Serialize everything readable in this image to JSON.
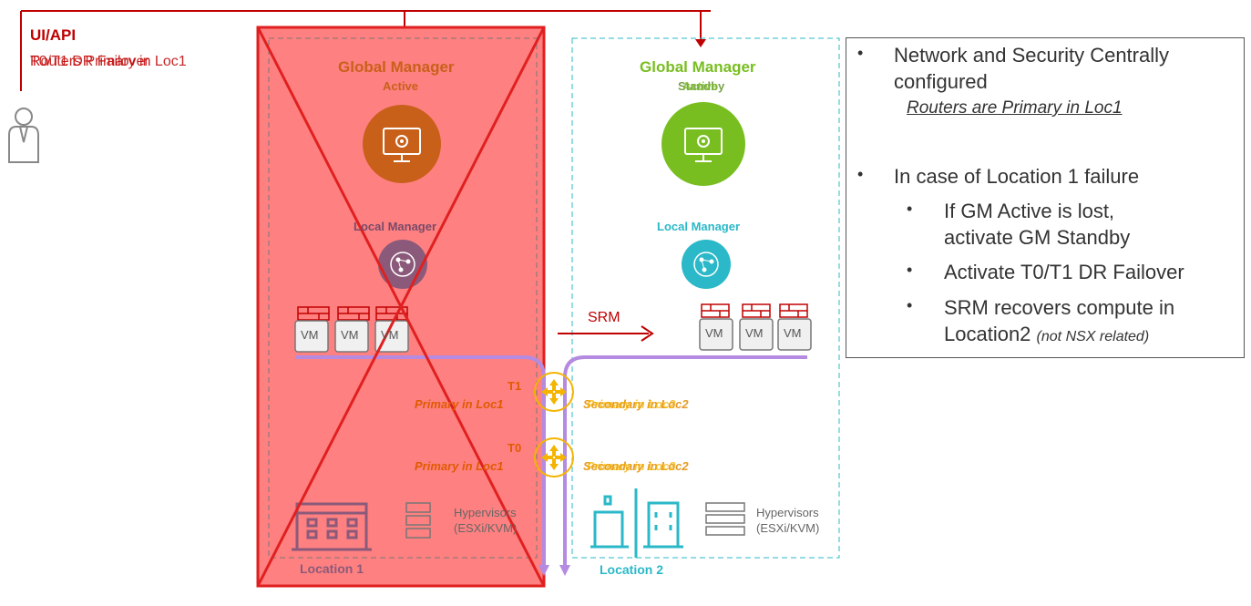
{
  "header": {
    "ui_api_label": "UI/API",
    "overlay_text_1": "T0/T1 DR Failover",
    "overlay_text_2": "Routers Primary in Loc1"
  },
  "location1": {
    "gm_title": "Global Manager",
    "gm_state": "Active",
    "lm_title": "Local Manager",
    "vm_labels": [
      "VM",
      "VM",
      "VM"
    ],
    "hypervisors_line1": "Hypervisors",
    "hypervisors_line2": "(ESXi/KVM)",
    "location_label": "Location 1"
  },
  "location2": {
    "gm_title": "Global Manager",
    "gm_state_1": "Standby",
    "gm_state_2": "Active",
    "lm_title": "Local Manager",
    "vm_labels": [
      "VM",
      "VM",
      "VM"
    ],
    "hypervisors_line1": "Hypervisors",
    "hypervisors_line2": "(ESXi/KVM)",
    "location_label": "Location 2"
  },
  "srm_label": "SRM",
  "routers": [
    {
      "name": "T1",
      "left_state": "Primary in Loc1",
      "right_state_1": "Secondary in Loc2",
      "right_state_2": "Primary in Loc2"
    },
    {
      "name": "T0",
      "left_state": "Primary in Loc1",
      "right_state_1": "Secondary in Loc2",
      "right_state_2": "Primary in Loc2"
    }
  ],
  "notes": {
    "item1_line1": "Network and Security Centrally",
    "item1_line2": "configured",
    "item1_sub": "Routers are Primary in Loc1",
    "item2": "In case of Location 1 failure",
    "sub1_line1": "If GM Active is lost,",
    "sub1_line2": "activate GM Standby",
    "sub2": "Activate T0/T1 DR Failover",
    "sub3_line1": "SRM recovers compute in",
    "sub3_line2": "Location2",
    "sub3_note": "(not NSX related)"
  },
  "colors": {
    "red": "#c00000",
    "failure_fill": "#ff7f7f",
    "orange": "#c8601a",
    "green": "#78be20",
    "teal": "#2bb8c8",
    "purple": "#b48be0",
    "router_yellow": "#f4b400"
  }
}
